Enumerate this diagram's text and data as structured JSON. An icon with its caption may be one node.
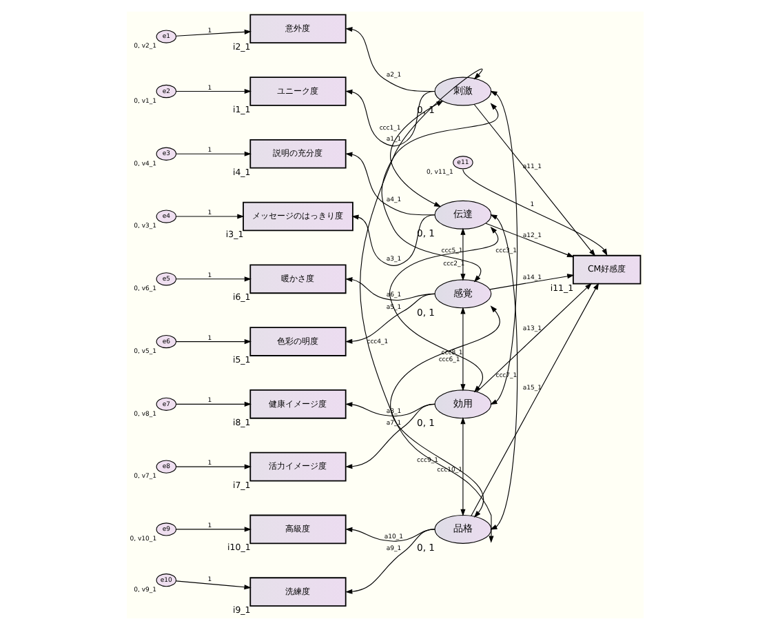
{
  "diagram": {
    "nodes": [
      {
        "text": [
          "e1"
        ],
        "beside": [
          "0, v2_1"
        ]
      },
      {
        "text": [
          "e2"
        ],
        "beside": [
          "0, v1_1"
        ]
      },
      {
        "text": [
          "e3"
        ],
        "beside": [
          "0, v4_1"
        ]
      },
      {
        "text": [
          "e4"
        ],
        "beside": [
          "0, v3_1"
        ]
      },
      {
        "text": [
          "e5"
        ],
        "beside": [
          "0, v6_1"
        ]
      },
      {
        "text": [
          "e6"
        ],
        "beside": [
          "0, v5_1"
        ]
      },
      {
        "text": [
          "e7"
        ],
        "beside": [
          "0, v8_1"
        ]
      },
      {
        "text": [
          "e8"
        ],
        "beside": [
          "0, v7_1"
        ]
      },
      {
        "text": [
          "e9"
        ],
        "beside": [
          "0, v10_1"
        ]
      },
      {
        "text": [
          "e10"
        ],
        "beside": [
          "0, v9_1"
        ]
      },
      {
        "text": [
          "意外度"
        ],
        "beside": [
          "i2_1"
        ]
      },
      {
        "text": [
          "ユニーク度"
        ],
        "beside": [
          "i1_1"
        ]
      },
      {
        "text": [
          "説明の充分度"
        ],
        "beside": [
          "i4_1"
        ]
      },
      {
        "text": [
          "メッセージのはっきり度"
        ],
        "beside": [
          "i3_1"
        ]
      },
      {
        "text": [
          "暖かさ度"
        ],
        "beside": [
          "i6_1"
        ]
      },
      {
        "text": [
          "色彩の明度"
        ],
        "beside": [
          "i5_1"
        ]
      },
      {
        "text": [
          "健康イメージ度"
        ],
        "beside": [
          "i8_1"
        ]
      },
      {
        "text": [
          "活力イメージ度"
        ],
        "beside": [
          "i7_1"
        ]
      },
      {
        "text": [
          "高級度"
        ],
        "beside": [
          "i10_1"
        ]
      },
      {
        "text": [
          "洗練度"
        ],
        "beside": [
          "i9_1"
        ]
      },
      {
        "text": [
          "刺激"
        ],
        "beside": [
          "0, 1"
        ]
      },
      {
        "text": [
          "伝達"
        ],
        "beside": [
          "0, 1"
        ]
      },
      {
        "text": [
          "感覚"
        ],
        "beside": [
          "0, 1"
        ]
      },
      {
        "text": [
          "効用"
        ],
        "beside": [
          "0, 1"
        ]
      },
      {
        "text": [
          "品格"
        ],
        "beside": [
          "0, 1"
        ]
      },
      {
        "text": [
          "e11"
        ],
        "beside": [
          "0, v11_1"
        ]
      },
      {
        "text": [
          "CM好感度"
        ],
        "beside": [
          "i11_1"
        ]
      }
    ],
    "edges": [
      {
        "from": 0,
        "to": 10,
        "arrow": "to",
        "label": "1"
      },
      {
        "from": 1,
        "to": 11,
        "arrow": "to",
        "label": "1"
      },
      {
        "from": 2,
        "to": 12,
        "arrow": "to",
        "label": "1"
      },
      {
        "from": 3,
        "to": 13,
        "arrow": "to",
        "label": "1"
      },
      {
        "from": 4,
        "to": 14,
        "arrow": "to",
        "label": "1"
      },
      {
        "from": 5,
        "to": 15,
        "arrow": "to",
        "label": "1"
      },
      {
        "from": 6,
        "to": 16,
        "arrow": "to",
        "label": "1"
      },
      {
        "from": 7,
        "to": 17,
        "arrow": "to",
        "label": "1"
      },
      {
        "from": 8,
        "to": 18,
        "arrow": "to",
        "label": "1"
      },
      {
        "from": 9,
        "to": 19,
        "arrow": "to",
        "label": "1"
      },
      {
        "from": 20,
        "to": 10,
        "arrow": "to",
        "label": "a2_1"
      },
      {
        "from": 20,
        "to": 11,
        "arrow": "to",
        "label": "a1_1"
      },
      {
        "from": 21,
        "to": 12,
        "arrow": "to",
        "label": "a4_1"
      },
      {
        "from": 21,
        "to": 13,
        "arrow": "to",
        "label": "a3_1"
      },
      {
        "from": 22,
        "to": 14,
        "arrow": "to",
        "label": "a6_1"
      },
      {
        "from": 22,
        "to": 15,
        "arrow": "to",
        "label": "a5_1"
      },
      {
        "from": 23,
        "to": 16,
        "arrow": "to",
        "label": "a8_1"
      },
      {
        "from": 23,
        "to": 17,
        "arrow": "to",
        "label": "a7_1"
      },
      {
        "from": 24,
        "to": 18,
        "arrow": "to",
        "label": "a10_1"
      },
      {
        "from": 24,
        "to": 19,
        "arrow": "to",
        "label": "a9_1"
      },
      {
        "from": 20,
        "to": 21,
        "arrow": "both",
        "label": "ccc1_1"
      },
      {
        "from": 20,
        "to": 22,
        "arrow": "both",
        "label": "ccc2_1"
      },
      {
        "from": 20,
        "to": 23,
        "arrow": "both",
        "label": "ccc3_1"
      },
      {
        "from": 20,
        "to": 24,
        "arrow": "both",
        "label": "ccc4_1"
      },
      {
        "from": 21,
        "to": 22,
        "arrow": "both",
        "label": "ccc5_1"
      },
      {
        "from": 21,
        "to": 23,
        "arrow": "both",
        "label": "ccc6_1"
      },
      {
        "from": 21,
        "to": 24,
        "arrow": "both",
        "label": "ccc7_1"
      },
      {
        "from": 22,
        "to": 23,
        "arrow": "both",
        "label": "ccc8_1"
      },
      {
        "from": 22,
        "to": 24,
        "arrow": "both",
        "label": "ccc9_1"
      },
      {
        "from": 23,
        "to": 24,
        "arrow": "both",
        "label": "ccc10_1"
      },
      {
        "from": 20,
        "to": 26,
        "arrow": "to",
        "label": "a11_1"
      },
      {
        "from": 21,
        "to": 26,
        "arrow": "to",
        "label": "a12_1"
      },
      {
        "from": 22,
        "to": 26,
        "arrow": "to",
        "label": "a14_1"
      },
      {
        "from": 23,
        "to": 26,
        "arrow": "to",
        "label": "a13_1"
      },
      {
        "from": 24,
        "to": 26,
        "arrow": "to",
        "label": "a15_1"
      },
      {
        "from": 25,
        "to": 26,
        "arrow": "to",
        "label": "1"
      }
    ]
  }
}
